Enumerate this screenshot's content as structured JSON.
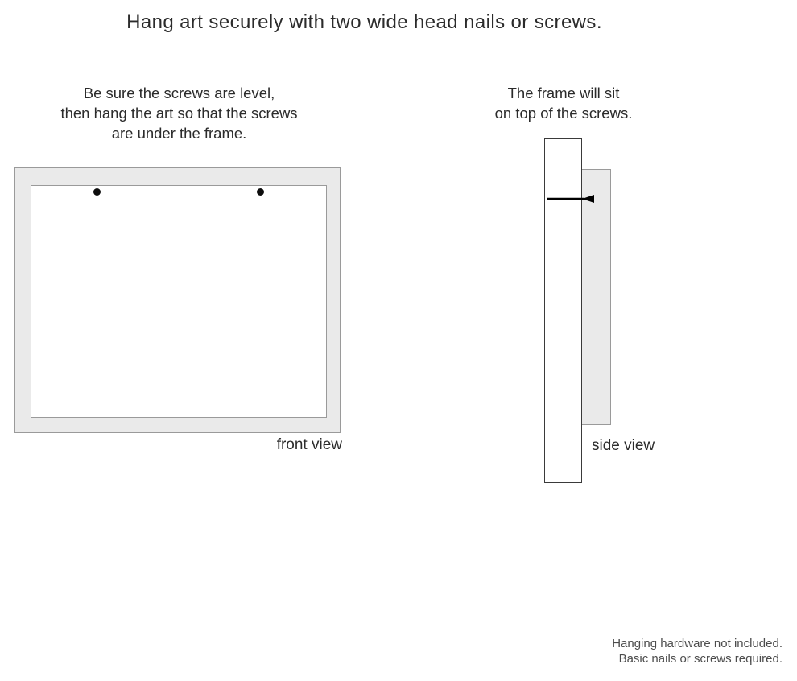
{
  "title": "Hang art securely with two wide head nails or screws.",
  "front": {
    "instruction_lines": [
      "Be sure the screws are level,",
      "then hang the art so that the screws",
      "are under the frame."
    ],
    "label": "front view"
  },
  "side": {
    "instruction_lines": [
      "The frame will sit",
      "on top of the screws."
    ],
    "label": "side view"
  },
  "footer": {
    "lines": [
      "Hanging hardware not included.",
      "Basic nails or screws required."
    ]
  },
  "colors": {
    "text": "#2b2b2b",
    "frame_fill": "#eaeaea",
    "frame_border": "#9a9a9a",
    "nail": "#000000",
    "screw": "#0d0d0d"
  }
}
